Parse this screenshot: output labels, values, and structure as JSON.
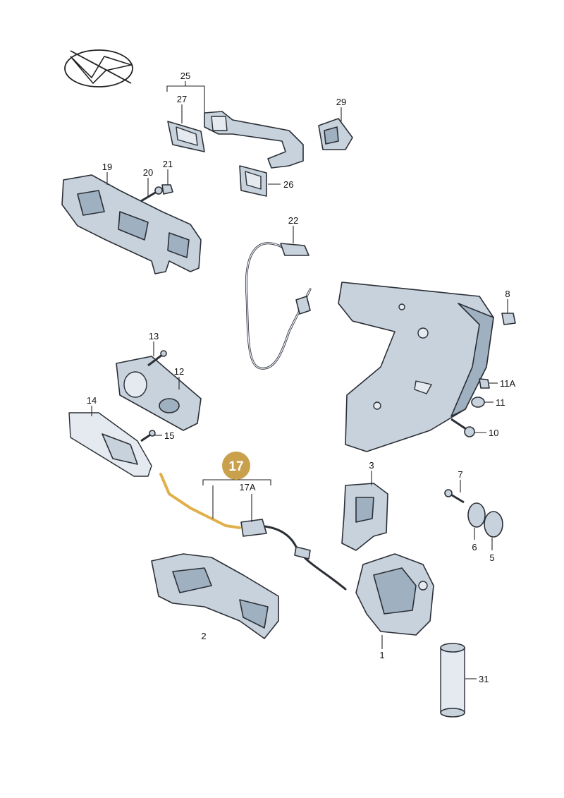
{
  "labels": {
    "l1": "1",
    "l2": "2",
    "l3": "3",
    "l5": "5",
    "l6": "6",
    "l7": "7",
    "l8": "8",
    "l10": "10",
    "l11": "11",
    "l11a": "11A",
    "l12": "12",
    "l13": "13",
    "l14": "14",
    "l15": "15",
    "l17a": "17A",
    "l19": "19",
    "l20": "20",
    "l21": "21",
    "l22": "22",
    "l25": "25",
    "l26": "26",
    "l27": "27",
    "l29": "29",
    "l31": "31"
  },
  "highlight": {
    "label": "17",
    "color": "#c9a04b"
  },
  "colors": {
    "part": "#c8d2dc",
    "outline": "#2b2f36",
    "highlight_cable": "#e0b04a"
  }
}
